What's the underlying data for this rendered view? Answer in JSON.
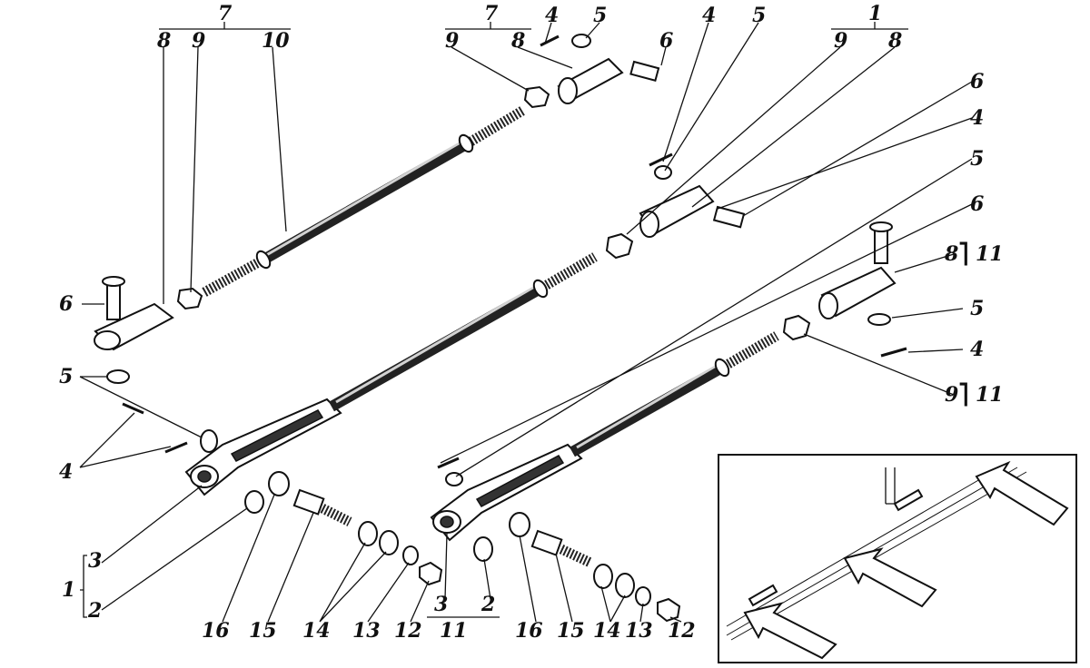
{
  "labels": {
    "tl_7": "7",
    "tl_8": "8",
    "tl_9": "9",
    "tl_10": "10",
    "tm_7": "7",
    "tm_9": "9",
    "tm_8": "8",
    "tm_4": "4",
    "tm_5": "5",
    "tm_6": "6",
    "tm_4b": "4",
    "tm_5b": "5",
    "tr_1": "1",
    "tr_9": "9",
    "tr_8": "8",
    "r_6": "6",
    "r_4": "4",
    "r_5": "5",
    "r_6b": "6",
    "r_8_11": "8⎤ 11",
    "r_5b": "5",
    "r_4b": "4",
    "r_9_11": "9⎤ 11",
    "l_6": "6",
    "l_5": "5",
    "l_4": "4",
    "l_1": "1",
    "l_3": "3",
    "l_2": "2",
    "b_16": "16",
    "b_15": "15",
    "b_14": "14",
    "b_13": "13",
    "b_12": "12",
    "b_3": "3",
    "b_2": "2",
    "b_11": "11",
    "b_16b": "16",
    "b_15b": "15",
    "b_14b": "14",
    "b_13b": "13",
    "b_12b": "12"
  }
}
